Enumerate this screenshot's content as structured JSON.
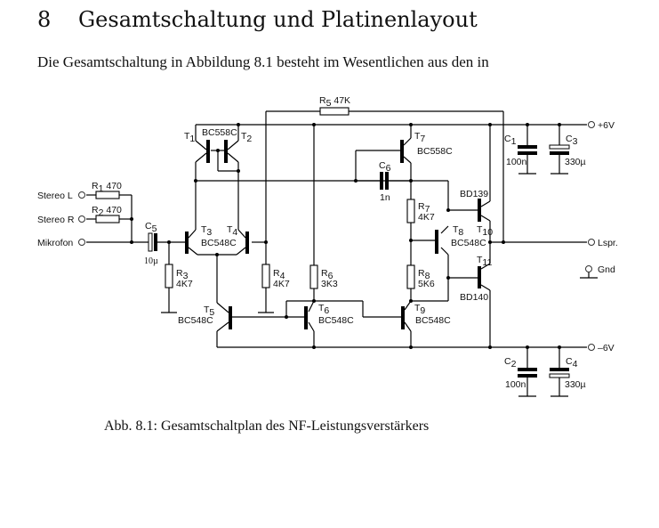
{
  "heading": {
    "number": "8",
    "title": "Gesamtschaltung und Platinenlayout"
  },
  "paragraph": "Die Gesamtschaltung in Abbildung 8.1 besteht im Wesentlichen aus den in",
  "figure": {
    "caption": "Abb. 8.1: Gesamtschaltplan des NF-Leistungsverstärkers",
    "terminals": {
      "stereo_l": "Stereo L",
      "stereo_r": "Stereo R",
      "mikrofon": "Mikrofon",
      "plus6v": "+6V",
      "minus6v": "–6V",
      "lspr": "Lspr.",
      "gnd": "Gnd"
    },
    "resistors": [
      {
        "ref": "R",
        "idx": "1",
        "value": "470"
      },
      {
        "ref": "R",
        "idx": "2",
        "value": "470"
      },
      {
        "ref": "R",
        "idx": "3",
        "value": "4K7"
      },
      {
        "ref": "R",
        "idx": "4",
        "value": "4K7"
      },
      {
        "ref": "R",
        "idx": "5",
        "value": "47K"
      },
      {
        "ref": "R",
        "idx": "6",
        "value": "3K3"
      },
      {
        "ref": "R",
        "idx": "7",
        "value": "4K7"
      },
      {
        "ref": "R",
        "idx": "8",
        "value": "5K6"
      }
    ],
    "capacitors": [
      {
        "ref": "C",
        "idx": "1",
        "value": "100n"
      },
      {
        "ref": "C",
        "idx": "2",
        "value": "100n"
      },
      {
        "ref": "C",
        "idx": "3",
        "value": "330µ"
      },
      {
        "ref": "C",
        "idx": "4",
        "value": "330µ"
      },
      {
        "ref": "C",
        "idx": "5",
        "value": "10µ"
      },
      {
        "ref": "C",
        "idx": "6",
        "value": "1n"
      }
    ],
    "transistors": [
      {
        "ref": "T",
        "idx": "1"
      },
      {
        "ref": "T",
        "idx": "2"
      },
      {
        "ref": "T",
        "idx": "3"
      },
      {
        "ref": "T",
        "idx": "4"
      },
      {
        "ref": "T",
        "idx": "5"
      },
      {
        "ref": "T",
        "idx": "6"
      },
      {
        "ref": "T",
        "idx": "7"
      },
      {
        "ref": "T",
        "idx": "8"
      },
      {
        "ref": "T",
        "idx": "9"
      },
      {
        "ref": "T",
        "idx": "10"
      },
      {
        "ref": "T",
        "idx": "11"
      }
    ],
    "part_labels": {
      "t1_t2": "BC558C",
      "t3_t4": "BC548C",
      "t5": "BC548C",
      "t6": "BC548C",
      "t7": "BC558C",
      "t8": "BC548C",
      "t9": "BC548C",
      "t10": "BD139",
      "t11": "BD140"
    }
  }
}
